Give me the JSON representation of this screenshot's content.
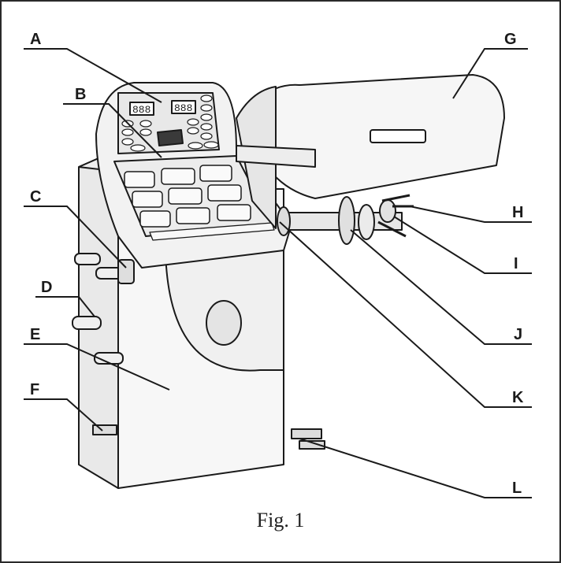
{
  "figure": {
    "caption": "Fig. 1",
    "callouts": [
      {
        "id": "A",
        "label": "A"
      },
      {
        "id": "B",
        "label": "B"
      },
      {
        "id": "C",
        "label": "C"
      },
      {
        "id": "D",
        "label": "D"
      },
      {
        "id": "E",
        "label": "E"
      },
      {
        "id": "F",
        "label": "F"
      },
      {
        "id": "G",
        "label": "G"
      },
      {
        "id": "H",
        "label": "H"
      },
      {
        "id": "I",
        "label": "I"
      },
      {
        "id": "J",
        "label": "J"
      },
      {
        "id": "K",
        "label": "K"
      },
      {
        "id": "L",
        "label": "L"
      }
    ],
    "display_readouts": [
      "888",
      "888"
    ],
    "colors": {
      "ink": "#1a1a1a",
      "machine_fill": "#f4f4f4",
      "shade": "#d9d9d9",
      "frame": "#2a2a2a"
    }
  }
}
